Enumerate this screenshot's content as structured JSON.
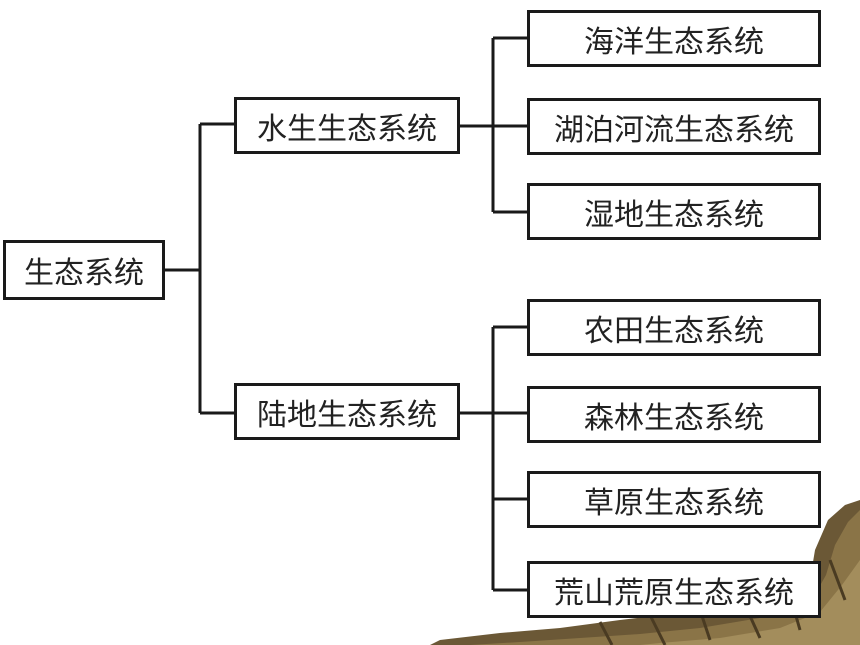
{
  "tree": {
    "root": "生态系统",
    "branches": [
      {
        "label": "水生生态系统",
        "children": [
          "海洋生态系统",
          "湖泊河流生态系统",
          "湿地生态系统"
        ]
      },
      {
        "label": "陆地生态系统",
        "children": [
          "农田生态系统",
          "森林生态系统",
          "草原生态系统",
          "荒山荒原生态系统"
        ]
      }
    ]
  },
  "colors": {
    "line": "#1a1a1a",
    "box_fill": "#ffffff",
    "text": "#222222",
    "rock_dark": "#5a4a2e",
    "rock_light": "#a38d5c"
  }
}
